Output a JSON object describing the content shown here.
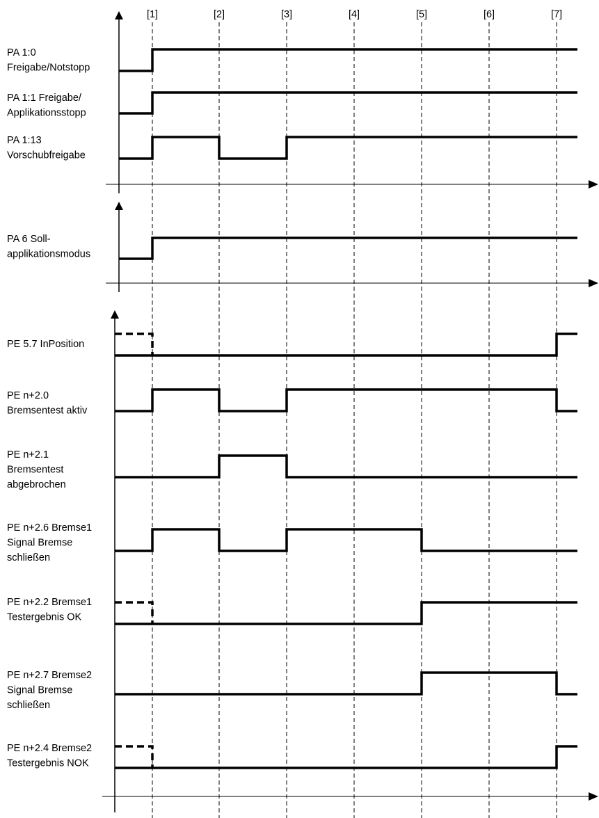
{
  "markers": [
    "[1]",
    "[2]",
    "[3]",
    "[4]",
    "[5]",
    "[6]",
    "[7]"
  ],
  "signals": [
    {
      "id": "pa-1-0",
      "lines": [
        "PA 1:0",
        "Freigabe/Notstopp"
      ],
      "initial": 0,
      "transitions": [
        1
      ],
      "dashed_initial_high": false
    },
    {
      "id": "pa-1-1",
      "lines": [
        "PA 1:1 Freigabe/",
        "Applikationsstopp"
      ],
      "initial": 0,
      "transitions": [
        1
      ],
      "dashed_initial_high": false
    },
    {
      "id": "pa-1-13",
      "lines": [
        "PA 1:13",
        "Vorschubfreigabe"
      ],
      "initial": 0,
      "transitions": [
        1,
        2,
        3
      ],
      "dashed_initial_high": false
    },
    {
      "id": "pa-6",
      "lines": [
        "PA 6 Soll-",
        "applikationsmodus"
      ],
      "initial": 0,
      "transitions": [
        1
      ],
      "dashed_initial_high": false
    },
    {
      "id": "pe-5-7",
      "lines": [
        "PE 5.7  InPosition"
      ],
      "initial": 0,
      "transitions": [
        7
      ],
      "dashed_initial_high": true
    },
    {
      "id": "pe-n2-0",
      "lines": [
        "PE n+2.0",
        "Bremsentest  aktiv"
      ],
      "initial": 0,
      "transitions": [
        1,
        2,
        3,
        7
      ],
      "dashed_initial_high": false
    },
    {
      "id": "pe-n2-1",
      "lines": [
        "PE n+2.1",
        "Bremsentest",
        "abgebrochen"
      ],
      "initial": 0,
      "transitions": [
        2,
        3
      ],
      "dashed_initial_high": false
    },
    {
      "id": "pe-n2-6",
      "lines": [
        "PE n+2.6  Bremse1",
        "Signal Bremse",
        "schließen"
      ],
      "initial": 0,
      "transitions": [
        1,
        2,
        3,
        5
      ],
      "dashed_initial_high": false
    },
    {
      "id": "pe-n2-2",
      "lines": [
        "PE n+2.2  Bremse1",
        "Testergebnis  OK"
      ],
      "initial": 0,
      "transitions": [
        5
      ],
      "dashed_initial_high": true
    },
    {
      "id": "pe-n2-7",
      "lines": [
        "PE n+2.7  Bremse2",
        "Signal Bremse",
        "schließen"
      ],
      "initial": 0,
      "transitions": [
        5,
        7
      ],
      "dashed_initial_high": false
    },
    {
      "id": "pe-n2-4",
      "lines": [
        "PE n+2.4  Bremse2",
        "Testergebnis  NOK"
      ],
      "initial": 0,
      "transitions": [
        7
      ],
      "dashed_initial_high": true
    }
  ]
}
